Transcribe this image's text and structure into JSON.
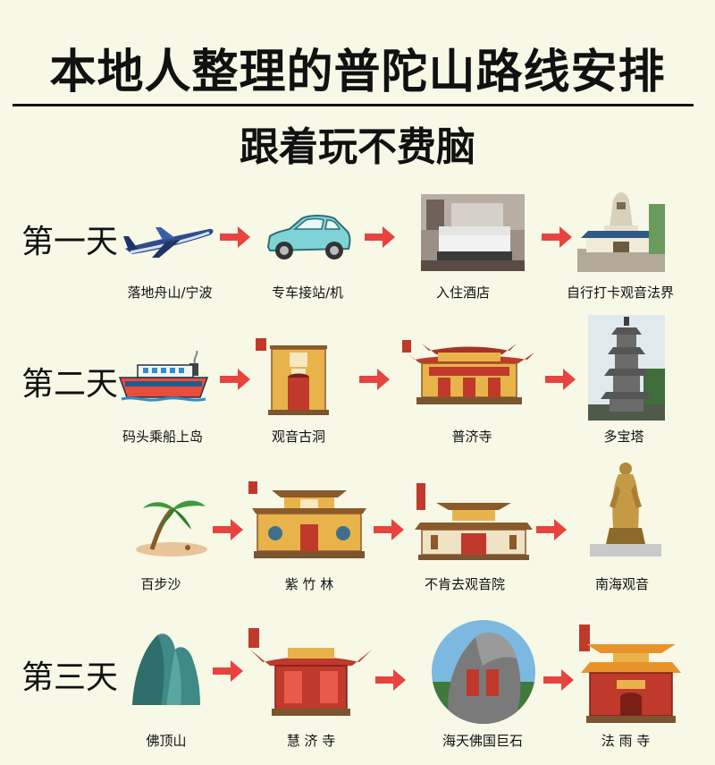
{
  "title": "本地人整理的普陀山路线安排",
  "subtitle": "跟着玩不费脑",
  "days": [
    {
      "label": "第一天",
      "stops": [
        {
          "name": "落地舟山/宁波",
          "icon": "airplane-icon"
        },
        {
          "name": "专车接站/机",
          "icon": "car-icon"
        },
        {
          "name": "入住酒店",
          "icon": "hotel-room-icon"
        },
        {
          "name": "自行打卡观音法界",
          "icon": "guanyin-realm-building-icon"
        }
      ]
    },
    {
      "label": "第二天",
      "stops": [
        {
          "name": "码头乘船上岛",
          "icon": "ferry-icon"
        },
        {
          "name": "观音古洞",
          "icon": "ancient-cave-temple-icon"
        },
        {
          "name": "普济寺",
          "icon": "puji-temple-icon"
        },
        {
          "name": "多宝塔",
          "icon": "pagoda-icon"
        }
      ]
    },
    {
      "label": "",
      "stops": [
        {
          "name": "百步沙",
          "icon": "palm-beach-icon"
        },
        {
          "name": "紫 竹 林",
          "icon": "purple-bamboo-temple-icon"
        },
        {
          "name": "不肯去观音院",
          "icon": "bukenqu-temple-icon"
        },
        {
          "name": "南海观音",
          "icon": "guanyin-statue-icon"
        }
      ]
    },
    {
      "label": "第三天",
      "stops": [
        {
          "name": "佛顶山",
          "icon": "mountain-icon"
        },
        {
          "name": "慧 济 寺",
          "icon": "huiji-temple-icon"
        },
        {
          "name": "海天佛国巨石",
          "icon": "inscribed-rock-icon"
        },
        {
          "name": "法 雨 寺",
          "icon": "fayu-temple-icon"
        }
      ]
    }
  ],
  "colors": {
    "background": "#f7f8e6",
    "arrow": "#e8433f",
    "temple_wall": "#e8b34a",
    "temple_roof": "#c0392b"
  }
}
